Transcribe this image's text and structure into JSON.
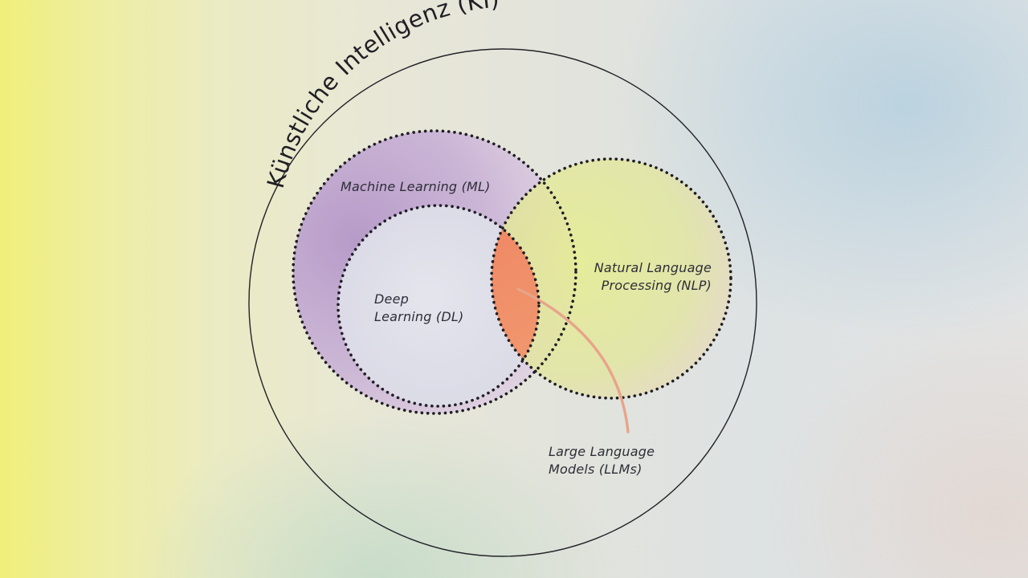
{
  "diagram": {
    "title": "Künstliche Intelligenz (KI)",
    "sets": {
      "ml": {
        "label": "Machine Learning (ML)",
        "color": "#bfa1cf"
      },
      "dl": {
        "label_line1": "Deep",
        "label_line2": "Learning (DL)",
        "color": "#dfe0e8"
      },
      "nlp": {
        "label_line1": "Natural Language",
        "label_line2": "Processing (NLP)",
        "color": "#e2ec8e"
      },
      "llm": {
        "label_line1": "Large Language",
        "label_line2": "Models (LLMs)",
        "color": "#f08a62"
      }
    }
  }
}
